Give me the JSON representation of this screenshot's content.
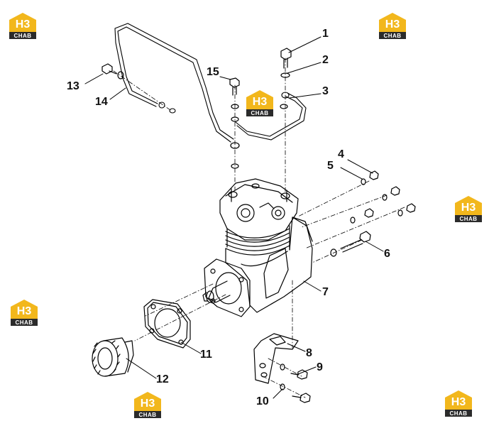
{
  "diagram": {
    "brand_logo": {
      "monogram": "H3",
      "wordmark": "CHAB",
      "colors": {
        "gold": "#F2B71C",
        "dark": "#2B2B2B"
      }
    },
    "callouts": [
      {
        "id": "1",
        "label": "1"
      },
      {
        "id": "2",
        "label": "2"
      },
      {
        "id": "3",
        "label": "3"
      },
      {
        "id": "4",
        "label": "4"
      },
      {
        "id": "5",
        "label": "5"
      },
      {
        "id": "6",
        "label": "6"
      },
      {
        "id": "7",
        "label": "7"
      },
      {
        "id": "8",
        "label": "8"
      },
      {
        "id": "9",
        "label": "9"
      },
      {
        "id": "10",
        "label": "10"
      },
      {
        "id": "11",
        "label": "11"
      },
      {
        "id": "12",
        "label": "12"
      },
      {
        "id": "13",
        "label": "13"
      },
      {
        "id": "14",
        "label": "14"
      },
      {
        "id": "15",
        "label": "15"
      }
    ],
    "line_color": "#000000"
  }
}
